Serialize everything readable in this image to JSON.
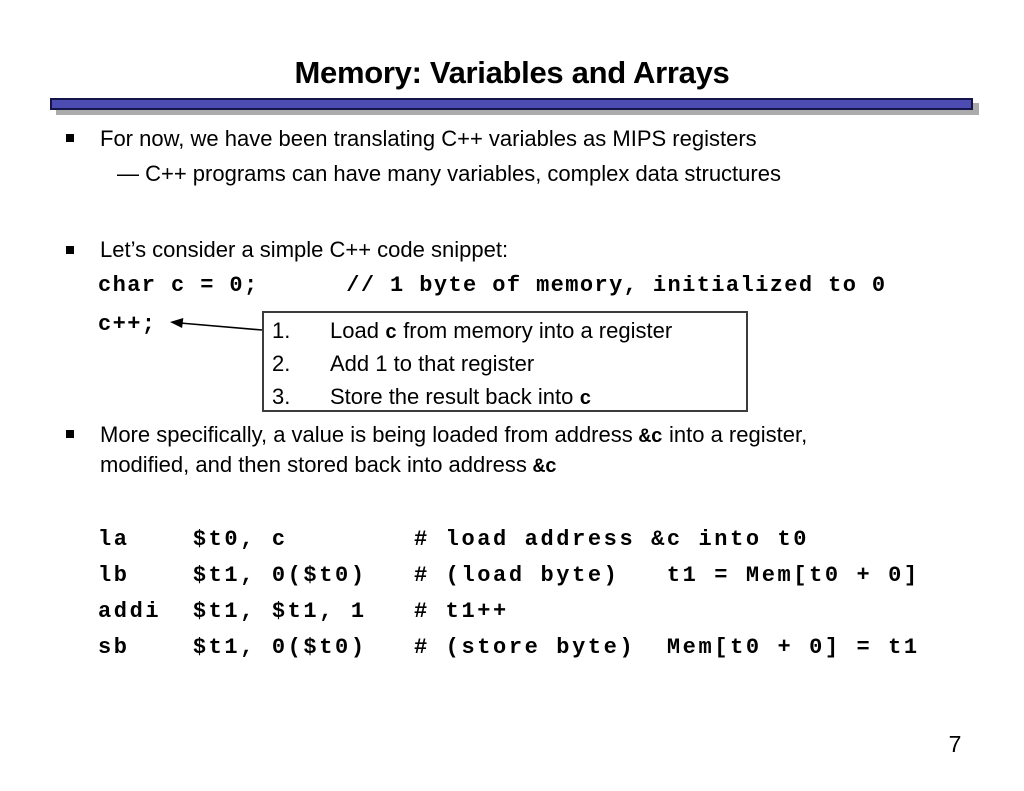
{
  "title": "Memory: Variables and Arrays",
  "page_number": "7",
  "colors": {
    "bar_fill": "#4c4cb2",
    "bar_border": "#15154a",
    "bar_shadow": "#ababab",
    "text": "#000000"
  },
  "bullet1": {
    "text": "For now, we have been translating C++ variables as MIPS registers",
    "sub_text": "— C++ programs can have many variables, complex data structures"
  },
  "bullet2": {
    "text": "Let’s consider a simple C++ code snippet:"
  },
  "code_snippet": {
    "line1": "char c = 0;      // 1 byte of memory, initialized to 0",
    "line2": "c++;"
  },
  "steps_box": {
    "items": [
      {
        "num": "1.",
        "pre": "Load ",
        "code": "c",
        "post": " from memory into a register"
      },
      {
        "num": "2.",
        "pre": "Add 1 to that register",
        "code": "",
        "post": ""
      },
      {
        "num": "3.",
        "pre": "Store the result back into ",
        "code": "c",
        "post": ""
      }
    ]
  },
  "bullet3": {
    "line1_pre": "More specifically, a value is being loaded from address ",
    "line1_code": "&c",
    "line1_post": " into a register,",
    "line2_pre": "modified, and then stored back into address ",
    "line2_code": "&c"
  },
  "assembly": {
    "lines": [
      "la    $t0, c        # load address &c into t0",
      "lb    $t1, 0($t0)   # (load byte)   t1 = Mem[t0 + 0]",
      "addi  $t1, $t1, 1   # t1++",
      "sb    $t1, 0($t0)   # (store byte)  Mem[t0 + 0] = t1"
    ]
  }
}
